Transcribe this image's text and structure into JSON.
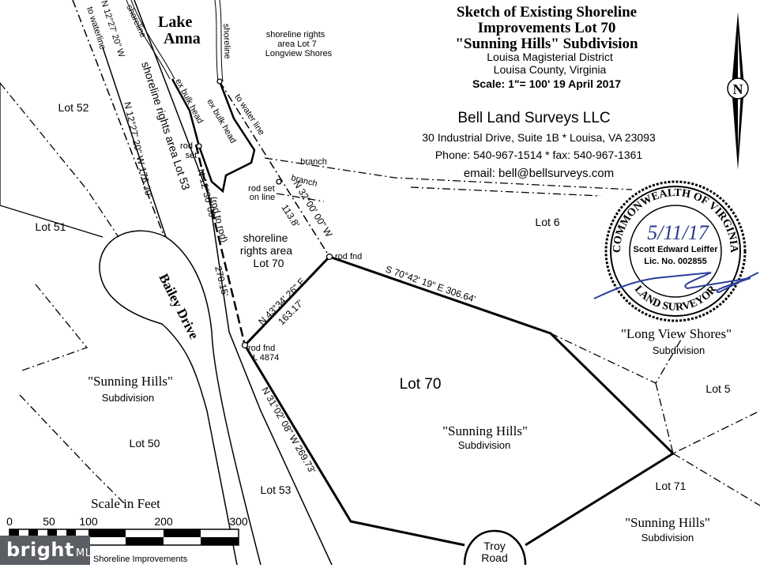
{
  "title": {
    "line1": "Sketch of Existing Shoreline",
    "line2": "Improvements Lot 70",
    "line3": "\"Sunning Hills\" Subdivision",
    "line4": "Louisa Magisterial District",
    "line5": "Louisa County, Virginia",
    "line6": "Scale: 1\"= 100'    19 April 2017"
  },
  "surveyor": {
    "name": "Bell Land Surveys LLC",
    "address": "30 Industrial Drive, Suite 1B * Louisa, VA  23093",
    "phone": "Phone: 540-967-1514 * fax: 540-967-1361",
    "email": "email: bell@bellsurveys.com"
  },
  "seal": {
    "ring_top": "COMMONWEALTH OF VIRGINIA",
    "ring_bottom": "LAND SURVEYOR",
    "surveyor_name": "Scott Edward Leiffer",
    "license": "Lic. No. 002855",
    "handwritten_date": "5/11/17"
  },
  "labels": {
    "lake": "Lake",
    "anna": "Anna",
    "shoreline_rights_lot7_1": "shoreline rights",
    "shoreline_rights_lot7_2": "area Lot 7",
    "shoreline_rights_lot7_3": "Longview Shores",
    "lot52": "Lot 52",
    "lot51": "Lot 51",
    "lot50": "Lot 50",
    "lot53a": "Lot 53",
    "lot6": "Lot 6",
    "lot5": "Lot 5",
    "lot71": "Lot 71",
    "lot70": "Lot 70",
    "sh_left": "\"Sunning Hills\"",
    "sh_left_sub": "Subdivision",
    "sh_center": "\"Sunning Hills\"",
    "sh_center_sub": "Subdivision",
    "sh_right": "\"Sunning Hills\"",
    "sh_right_sub": "Subdivision",
    "lvs": "\"Long View Shores\"",
    "lvs_sub": "Subdivision",
    "sra70_1": "shoreline",
    "sra70_2": "rights area",
    "sra70_3": "Lot 70",
    "sra53": "shoreline rights area Lot 53",
    "bailey": "Bailey Drive",
    "troy1": "Troy",
    "troy2": "Road",
    "shoreline_a": "shoreline",
    "shoreline_b": "shoreline",
    "to_water_left": "to waterline",
    "to_water_right": "to water line",
    "bearing_top": "N 12°27' 20\" W",
    "bearing_sra53": "N 12°27' 20\"  W   176.30'",
    "bearing_1230": "N 12°30' 00\"",
    "rod_to_rod": "(rod to rod)",
    "dist_27015": "270.15'",
    "ex_bulk_head_a": "ex bulk head",
    "ex_bulk_head_b": "ex bulk head",
    "rod_set_1": "rod",
    "rod_set_2": "set",
    "rod_set_line_1": "rod set",
    "rod_set_line_2": "on line",
    "branch_a": "branch",
    "branch_b": "branch",
    "bearing_3200": "N 32°00' 00\" W",
    "dist_1138": "113.8'",
    "rod_fnd_top": "rod fnd",
    "rod_fnd_left": "rod fnd",
    "l4874": "L 4874",
    "bearing_4334": "N 43°34' 26\"  E",
    "dist_16317": "163.17'",
    "bearing_7042": "S 70°42' 19\"  E     306.64'",
    "bearing_3102": "N 31°02' 08\"  W     269.73'"
  },
  "scale_bar": {
    "title": "Scale in Feet",
    "ticks": [
      "0",
      "50",
      "100",
      "200",
      "300"
    ],
    "footer": "Shoreline Improvements"
  },
  "watermark": {
    "brand": "bright",
    "suffix": "MLS"
  },
  "north_arrow": {
    "letter": "N"
  }
}
